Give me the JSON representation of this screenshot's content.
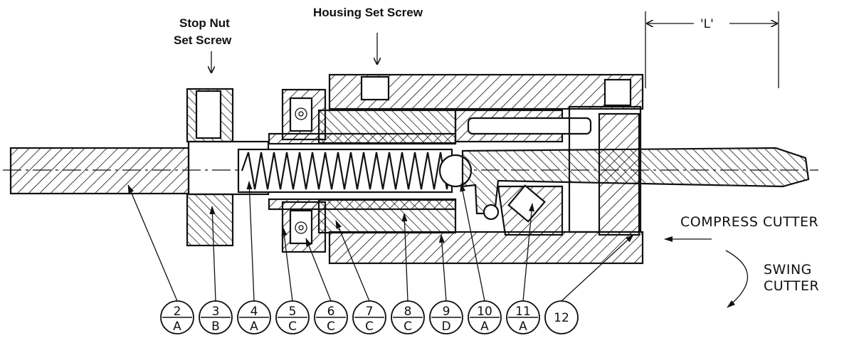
{
  "labels": {
    "stop_nut_line1": "Stop Nut",
    "stop_nut_line2": "Set Screw",
    "housing_set_screw": "Housing Set Screw",
    "dimension_l": "'L'",
    "compress_cutter": "COMPRESS CUTTER",
    "swing_cutter_line1": "SWING",
    "swing_cutter_line2": "CUTTER"
  },
  "callouts": [
    {
      "number": "2",
      "code": "A"
    },
    {
      "number": "3",
      "code": "B"
    },
    {
      "number": "4",
      "code": "A"
    },
    {
      "number": "5",
      "code": "C"
    },
    {
      "number": "6",
      "code": "C"
    },
    {
      "number": "7",
      "code": "C"
    },
    {
      "number": "8",
      "code": "C"
    },
    {
      "number": "9",
      "code": "D"
    },
    {
      "number": "10",
      "code": "A"
    },
    {
      "number": "11",
      "code": "A"
    },
    {
      "number": "12",
      "code": ""
    }
  ],
  "colors": {
    "line": "#111111",
    "background": "#ffffff"
  }
}
